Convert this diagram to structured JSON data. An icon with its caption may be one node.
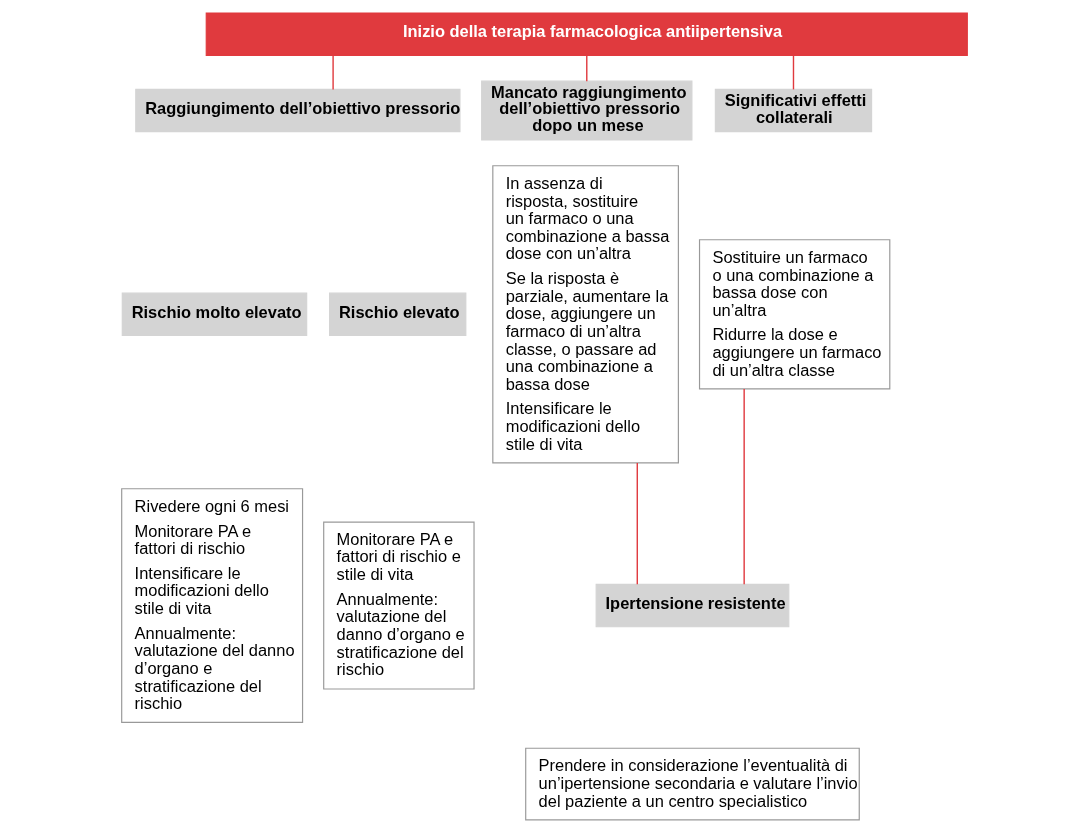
{
  "diagram": {
    "nodes": [
      {
        "text": [
          "Inizio della terapia farmacologica antiipertensiva"
        ]
      },
      {
        "text": [
          "Raggiungimento dell’obiettivo pressorio"
        ]
      },
      {
        "text": [
          "Rischio molto elevato"
        ]
      },
      {
        "text": [
          "Rivedere ogni 6 mesi",
          "Monitorare PA e fattori di rischio",
          "Intensificare le modificazioni dello stile di vita",
          "Annualmente: valutazione del danno d’organo e stratificazione del rischio"
        ]
      },
      {
        "text": [
          "Rischio elevato"
        ]
      },
      {
        "text": [
          "Monitorare PA e fattori di rischio e stile di vita",
          "Annualmente: valutazione del danno d’organo e stratificazione del rischio"
        ]
      },
      {
        "text": [
          "Mancato raggiungimento dell’obiettivo pressorio dopo un mese"
        ]
      },
      {
        "text": [
          "In assenza di risposta, sostituire un farmaco o una combinazione a bassa dose con un’altra",
          "Se la risposta è parziale, aumentare la dose, aggiungere un farmaco di un’altra classe, o passare ad una combinazione a bassa dose",
          "Intensificare le modificazioni dello stile di vita"
        ]
      },
      {
        "text": [
          "Significativi effetti collaterali"
        ]
      },
      {
        "text": [
          "Sostituire un farmaco o una combinazione a bassa dose con un’altra",
          "Ridurre la dose e aggiungere un farmaco di un’altra classe"
        ]
      },
      {
        "text": [
          "Ipertensione resistente"
        ]
      },
      {
        "text": [
          "Prendere in considerazione l’eventualità di un’ipertensione secondaria e valutare l’invio del paziente a un centro specialistico"
        ]
      }
    ],
    "edges": [
      {
        "from": 0,
        "to": 1,
        "arrow": "none"
      },
      {
        "from": 0,
        "to": 6,
        "arrow": "none"
      },
      {
        "from": 0,
        "to": 8,
        "arrow": "none"
      },
      {
        "from": 7,
        "to": 10,
        "arrow": "none"
      },
      {
        "from": 9,
        "to": 10,
        "arrow": "none"
      }
    ]
  }
}
